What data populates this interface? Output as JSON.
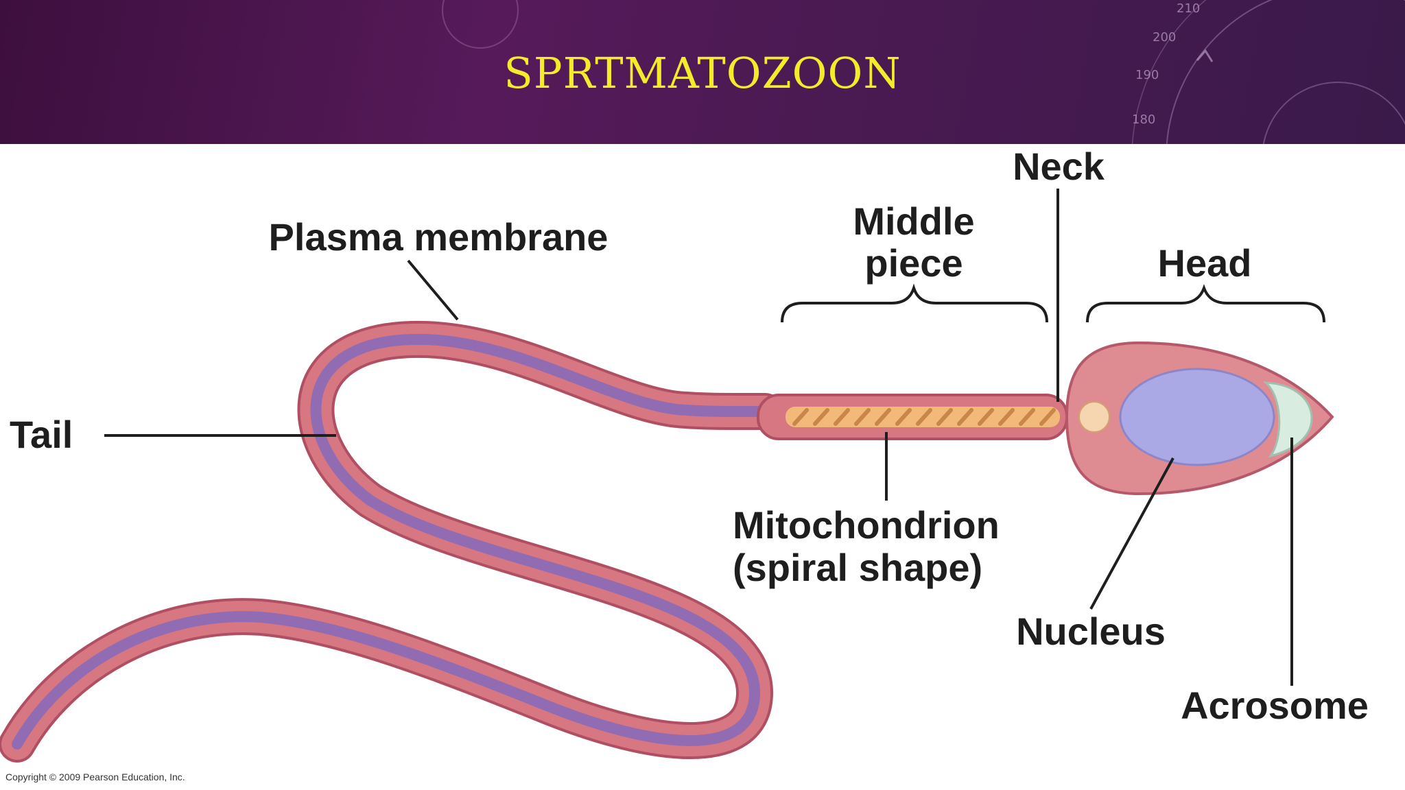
{
  "slide": {
    "title": "SPRTMATOZOON"
  },
  "banner": {
    "dial_ticks": [
      "210",
      "200",
      "190",
      "180"
    ]
  },
  "diagram": {
    "labels": {
      "neck": "Neck",
      "middle_piece_line1": "Middle",
      "middle_piece_line2": "piece",
      "head": "Head",
      "plasma_membrane": "Plasma membrane",
      "tail": "Tail",
      "mitochondrion_line1": "Mitochondrion",
      "mitochondrion_line2": "(spiral shape)",
      "nucleus": "Nucleus",
      "acrosome": "Acrosome"
    },
    "copyright": "Copyright © 2009 Pearson Education, Inc."
  },
  "colors": {
    "title": "#f4ec2a",
    "banner": "#4f1a55",
    "cell_body": "#d9777f",
    "cell_edge": "#b05060",
    "tail_core": "#8a6ab8",
    "nucleus": "#a9a8e8",
    "mitochondrion": "#f0b070"
  }
}
